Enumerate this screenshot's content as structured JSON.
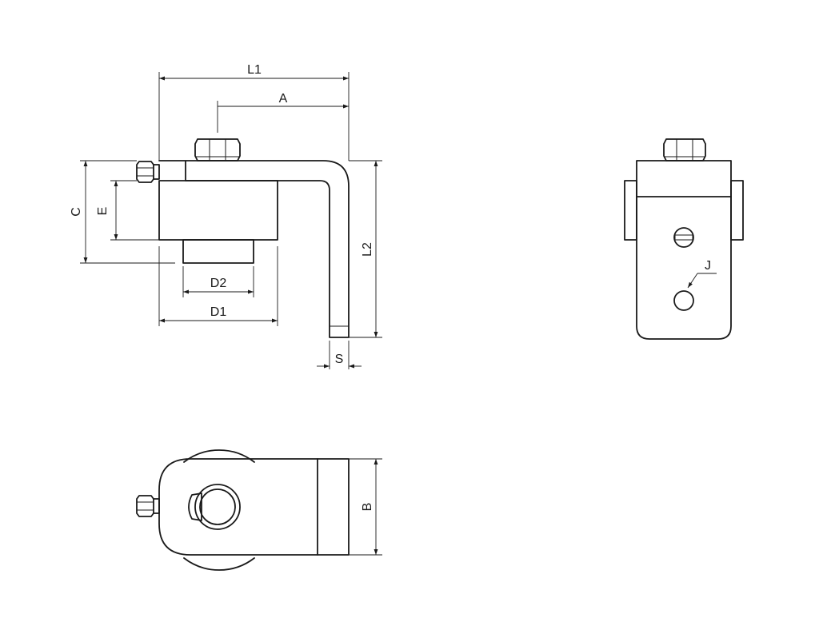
{
  "labels": {
    "l1": "L1",
    "a": "A",
    "c": "C",
    "e": "E",
    "d2": "D2",
    "d1": "D1",
    "l2": "L2",
    "s": "S",
    "j": "J",
    "b": "B"
  }
}
